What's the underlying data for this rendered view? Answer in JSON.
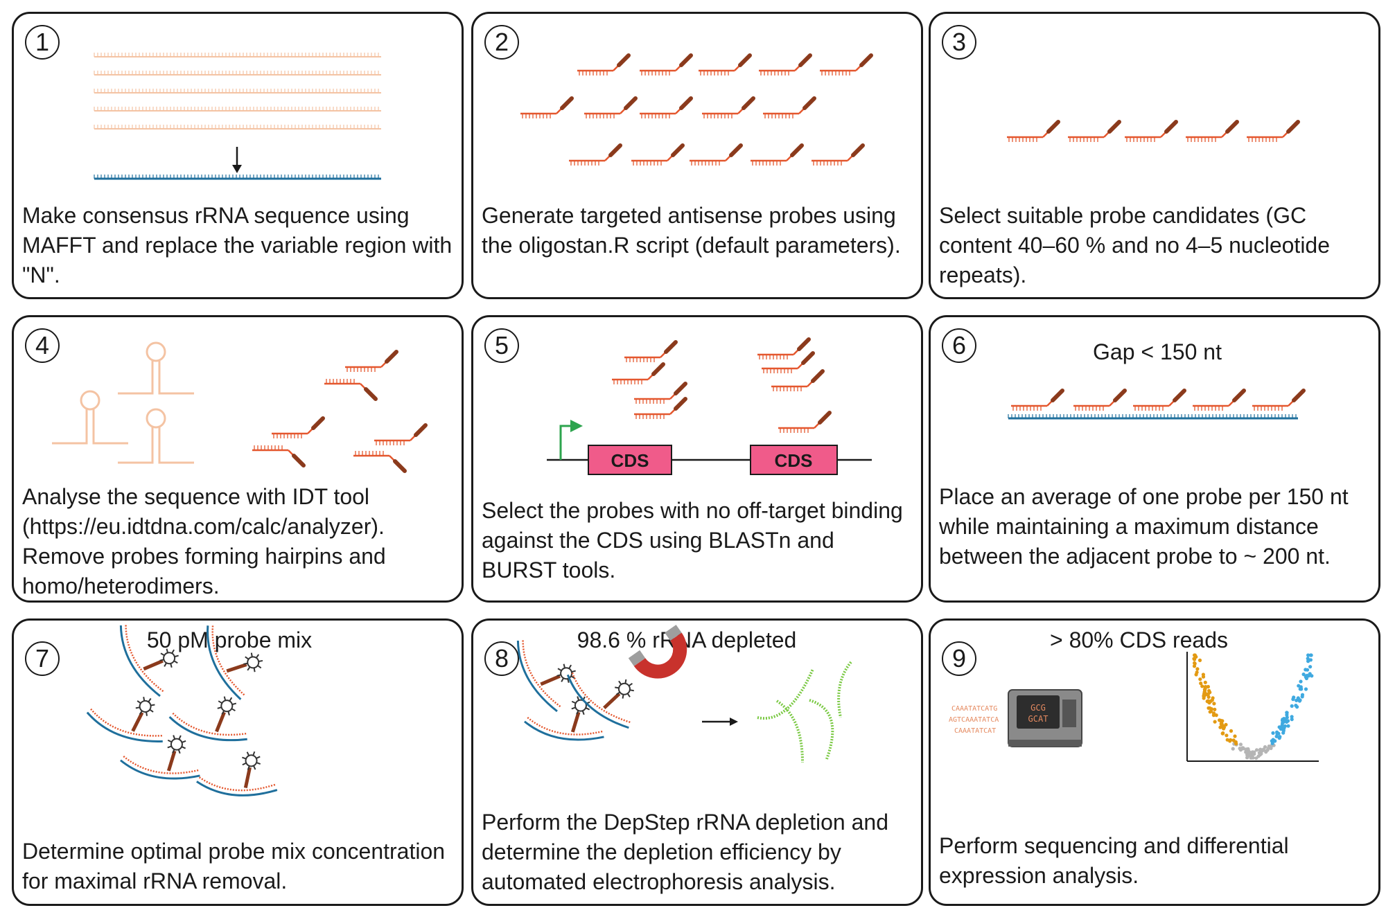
{
  "colors": {
    "probe": "#e4572e",
    "probe_handle": "#8b3a1c",
    "consensus_light": "#f4c3a3",
    "target_strand": "#1f6f9c",
    "cds_box": "#f05b8a",
    "promoter_arrow": "#2da44e",
    "rna_green": "#7ac943",
    "volcano_up": "#3fa9e0",
    "volcano_down": "#e39a12",
    "volcano_ns": "#b5b5b5",
    "magnet_red": "#c8322c"
  },
  "panels": [
    {
      "number": "1",
      "heading": "",
      "caption": "Make consensus rRNA sequence using MAFFT and replace the variable region with \"N\"."
    },
    {
      "number": "2",
      "heading": "",
      "caption": "Generate targeted antisense probes using the oligostan.R script (default parameters)."
    },
    {
      "number": "3",
      "heading": "",
      "caption": "Select suitable probe candidates (GC content 40–60 % and no 4–5 nucleotide repeats)."
    },
    {
      "number": "4",
      "heading": "",
      "caption": "Analyse the sequence with IDT tool (https://eu.idtdna.com/calc/analyzer). Remove probes forming hairpins and homo/heterodimers."
    },
    {
      "number": "5",
      "heading": "",
      "caption": "Select the probes with no off-target binding against the CDS using BLASTn and BURST tools."
    },
    {
      "number": "6",
      "heading": "Gap < 150 nt",
      "caption": "Place an average of one probe per 150 nt while maintaining a maximum distance between the adjacent probe to ~ 200 nt."
    },
    {
      "number": "7",
      "heading": "50 pM probe mix",
      "caption": "Determine optimal probe mix concentration for maximal rRNA removal."
    },
    {
      "number": "8",
      "heading": "98.6 % rRNA depleted",
      "caption": "Perform the DepStep rRNA depletion and determine the depletion efficiency by automated electrophoresis analysis."
    },
    {
      "number": "9",
      "heading": "> 80% CDS reads",
      "caption": "Perform sequencing and differential expression analysis."
    }
  ],
  "cds_labels": [
    "CDS",
    "CDS"
  ],
  "sequencer_screen_text": [
    "GCG",
    "GCAT"
  ],
  "read_snippets": [
    "CAAATATCATG",
    "AGTCAAATATCA",
    "CAAATATCAT"
  ]
}
